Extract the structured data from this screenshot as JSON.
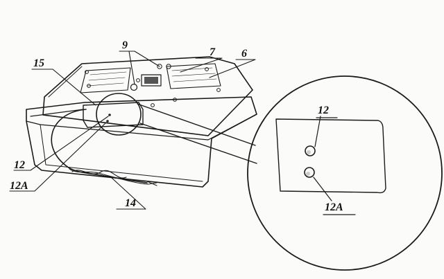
{
  "labels": {
    "l9": "9",
    "l7": "7",
    "l6": "6",
    "l15": "15",
    "l12": "12",
    "l12a": "12A",
    "l14": "14",
    "detail_12": "12",
    "detail_12a": "12A"
  }
}
